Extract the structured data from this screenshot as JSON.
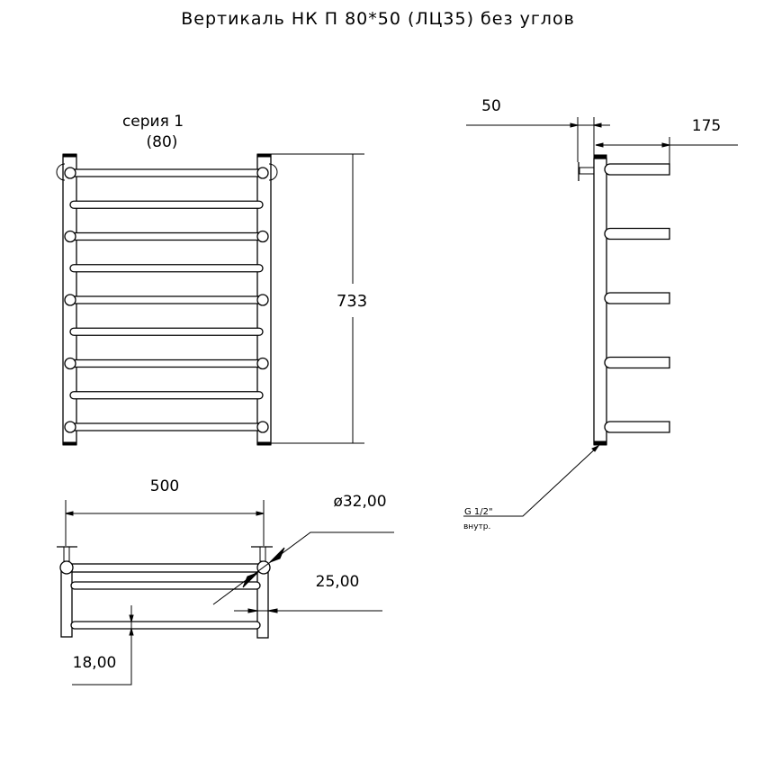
{
  "title": "Вертикаль НК П 80*50 (ЛЦ35) без углов",
  "front_view": {
    "series_label": "серия 1",
    "series_code": "(80)",
    "height_dim": "733",
    "bar_count": 9
  },
  "side_view": {
    "wall_offset_dim": "50",
    "depth_dim": "175",
    "thread_label": "G 1/2\"",
    "thread_note": "внутр.",
    "bar_count": 5
  },
  "top_view": {
    "width_dim": "500",
    "diameter_dim": "ø32,00",
    "post_width_dim": "25,00",
    "bar_diameter_dim": "18,00"
  }
}
